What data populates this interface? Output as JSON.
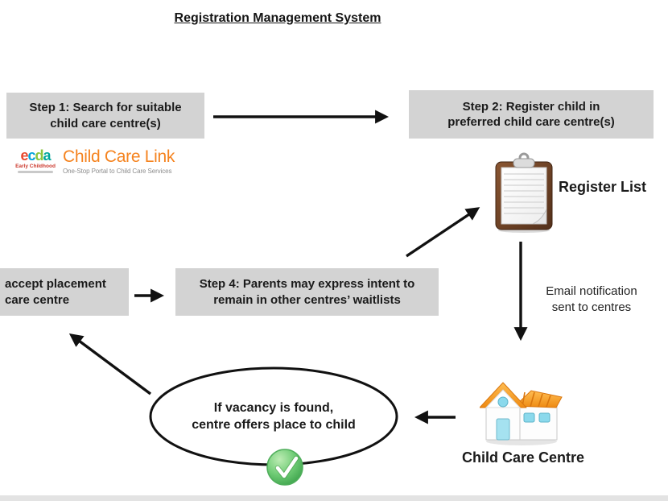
{
  "title": "Registration Management System",
  "logo": {
    "mark_letters": [
      "e",
      "c",
      "d",
      "a"
    ],
    "mark_caption": "Early Childhood",
    "brand": "Child Care Link",
    "tagline": "One-Stop Portal to Child Care Services"
  },
  "nodes": {
    "step1": "Step 1: Search for suitable\nchild care centre(s)",
    "step2": "Step 2: Register child in\npreferred child care centre(s)",
    "step3_partial": "accept placement\ncare centre",
    "step4": "Step 4: Parents may express intent to\nremain in other centres’ waitlists",
    "vacancy": "If vacancy is found,\ncentre offers place to child"
  },
  "labels": {
    "register_list": "Register List",
    "email_note": "Email notification\nsent to centres",
    "child_care_centre": "Child Care Centre"
  },
  "icons": {
    "clipboard": "clipboard-icon",
    "house": "house-icon",
    "check": "check-circle-icon"
  },
  "colors": {
    "node_fill": "#d3d3d3",
    "text": "#1b1b1b",
    "arrow": "#111111",
    "brand_orange": "#f5831f",
    "tagline_gray": "#8c8c8c",
    "clipboard_brown": "#6e4425",
    "roof_orange": "#f79a2e",
    "window_blue": "#8bd9ec",
    "check_green": "#55bd63"
  }
}
